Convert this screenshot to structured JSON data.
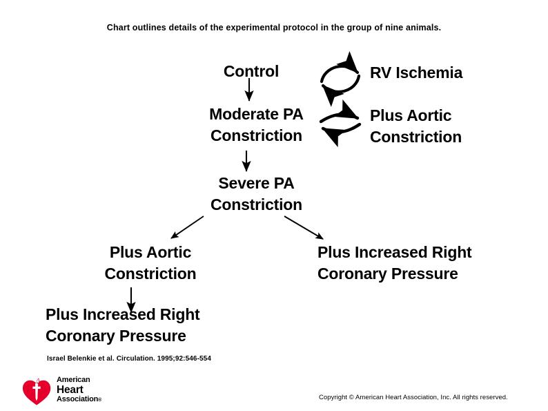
{
  "slide": {
    "caption": "Chart outlines details of the experimental protocol in the group of nine animals.",
    "background_color": "#ffffff",
    "text_color": "#000000"
  },
  "diagram": {
    "type": "flowchart",
    "nodes": [
      {
        "id": "control",
        "label": "Control"
      },
      {
        "id": "rv_ischemia",
        "label": "RV Ischemia"
      },
      {
        "id": "moderate_pa",
        "label": "Moderate PA\nConstriction"
      },
      {
        "id": "plus_aortic_right",
        "label": "Plus Aortic\nConstriction"
      },
      {
        "id": "severe_pa",
        "label": "Severe PA\nConstriction"
      },
      {
        "id": "plus_aortic_left",
        "label": "Plus Aortic\nConstriction"
      },
      {
        "id": "pircp_right",
        "label": "Plus Increased Right\nCoronary Pressure"
      },
      {
        "id": "pircp_left",
        "label": "Plus Increased Right\nCoronary Pressure"
      }
    ],
    "edges": [
      {
        "from": "control",
        "to": "rv_ischemia",
        "style": "cycle-circular"
      },
      {
        "from": "control",
        "to": "moderate_pa",
        "style": "straight-down"
      },
      {
        "from": "moderate_pa",
        "to": "plus_aortic_right",
        "style": "cycle-lens"
      },
      {
        "from": "moderate_pa",
        "to": "severe_pa",
        "style": "straight-down"
      },
      {
        "from": "severe_pa",
        "to": "plus_aortic_left",
        "style": "diagonal-left"
      },
      {
        "from": "severe_pa",
        "to": "pircp_right",
        "style": "diagonal-right"
      },
      {
        "from": "plus_aortic_left",
        "to": "pircp_left",
        "style": "straight-down"
      }
    ]
  },
  "footer": {
    "citation": "Israel Belenkie et al. Circulation. 1995;92:546-554",
    "copyright": "Copyright © American Heart Association, Inc. All rights reserved.",
    "logo": {
      "line1": "American",
      "line2": "Heart",
      "line3": "Association",
      "registered_mark": "®",
      "heart_color": "#e4002b",
      "torch_color": "#ffffff"
    }
  }
}
